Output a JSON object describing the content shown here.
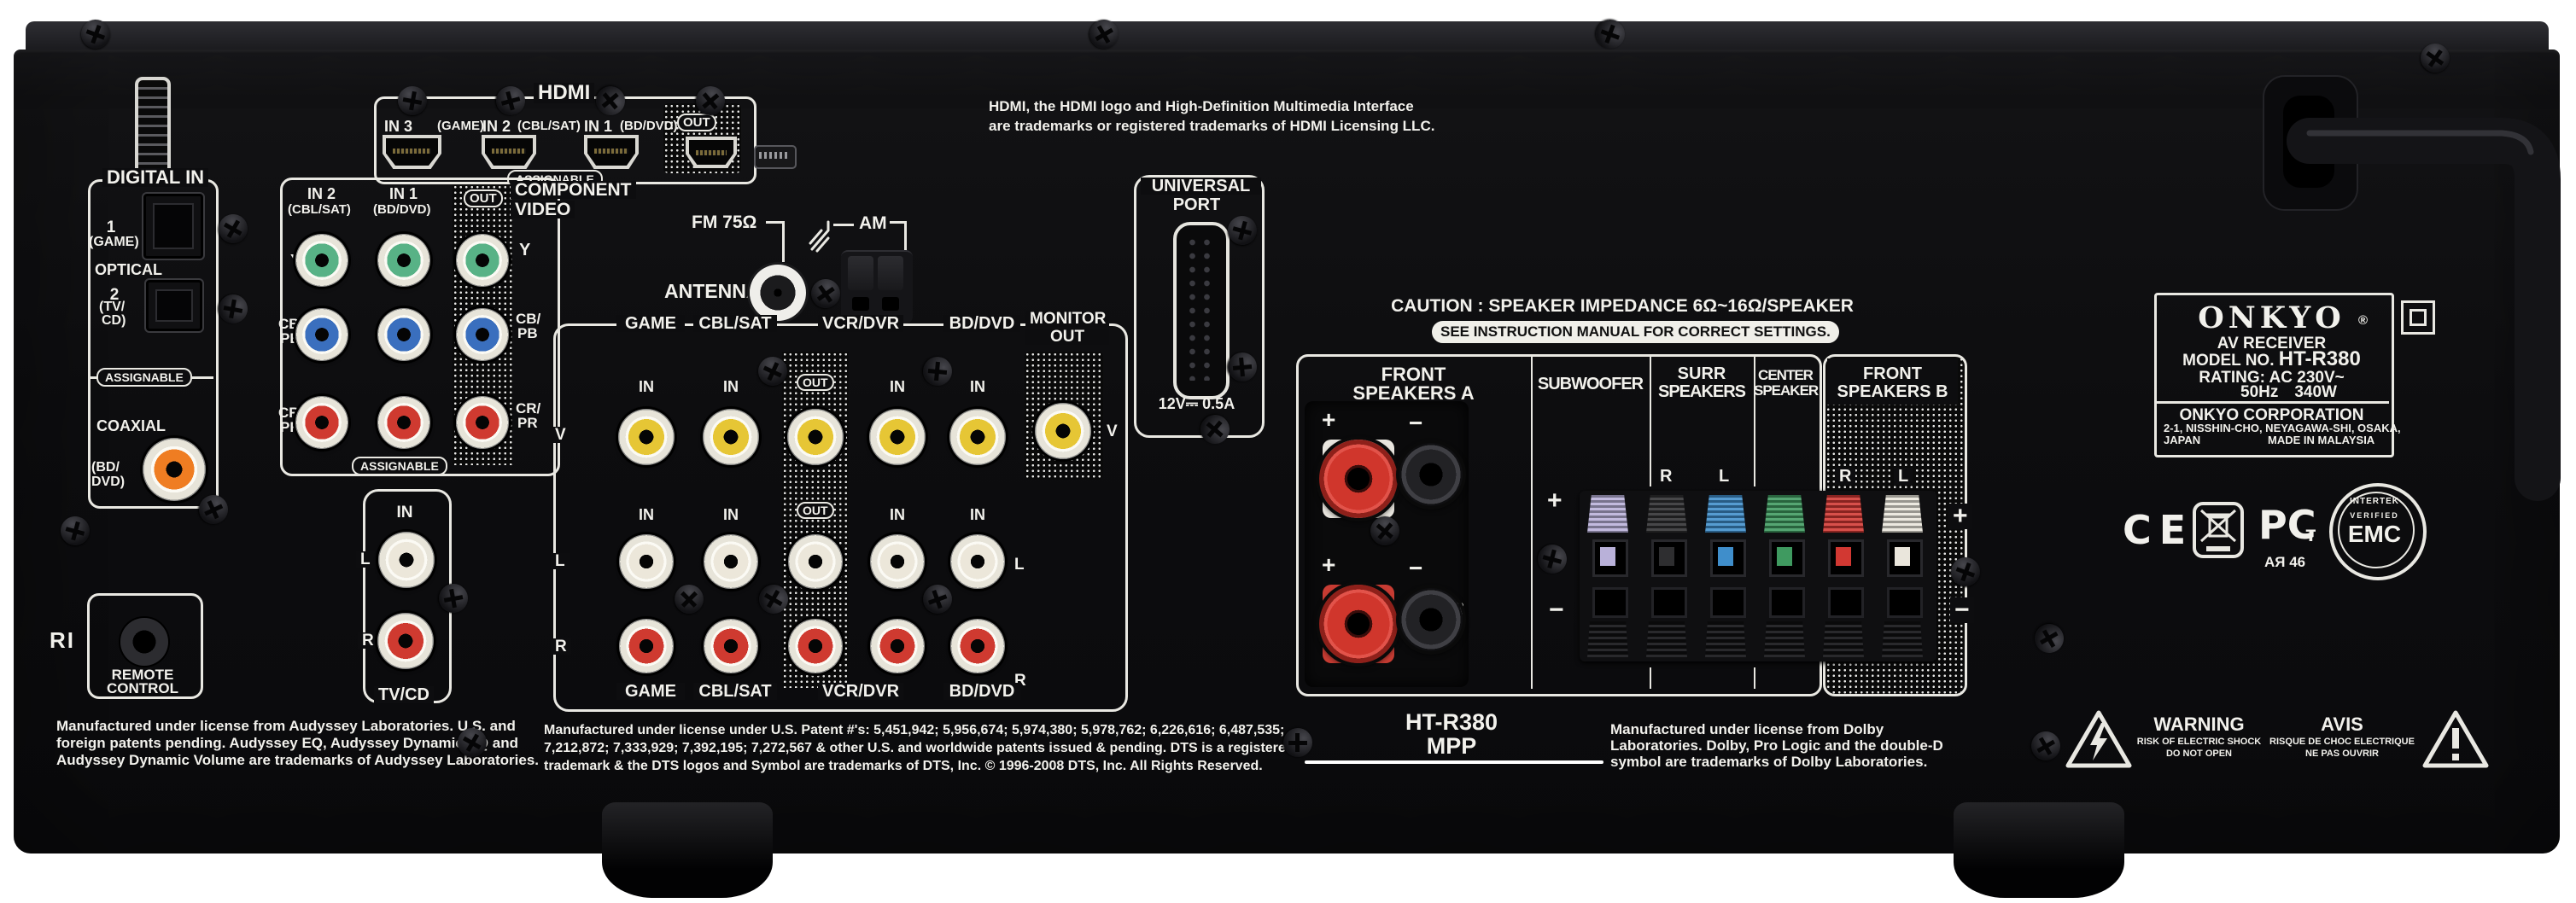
{
  "colors": {
    "panel": "#0d0d0f",
    "silkscreen": "#f2f1ec",
    "yellow": "#e6c635",
    "white_jack": "#ece7da",
    "red_jack": "#cf3a30",
    "green": "#58b286",
    "blue": "#3a6fbe",
    "orange": "#ef7d22",
    "clips": [
      "#b9b1d9",
      "#2e2e30",
      "#3f8ecb",
      "#3f9a60",
      "#d23832",
      "#eae6dc"
    ]
  },
  "digital_in": {
    "title": "DIGITAL IN",
    "n1": "1",
    "n1_src": "(GAME)",
    "optical": "OPTICAL",
    "n2": "2",
    "n2_src1": "(TV/",
    "n2_src2": "CD)",
    "assignable": "ASSIGNABLE",
    "coaxial": "COAXIAL",
    "coax_src1": "(BD/",
    "coax_src2": "DVD)"
  },
  "hdmi": {
    "title": "HDMI",
    "ports": [
      {
        "num": "IN 3",
        "src": "(GAME)"
      },
      {
        "num": "IN 2",
        "src": "(CBL/SAT)"
      },
      {
        "num": "IN 1",
        "src": "(BD/DVD)"
      }
    ],
    "out": "OUT",
    "assignable": "ASSIGNABLE",
    "tm1": "HDMI, the HDMI logo and High-Definition  Multimedia Interface",
    "tm2": "are trademarks or registered trademarks of HDMI Licensing LLC."
  },
  "component": {
    "title1": "COMPONENT",
    "title2": "VIDEO",
    "in2": "IN 2",
    "in2_src": "(CBL/SAT)",
    "in1": "IN 1",
    "in1_src": "(BD/DVD)",
    "out": "OUT",
    "y": "Y",
    "cb1": "CB/",
    "cb2": "PB",
    "cr1": "CR/",
    "cr2": "PR",
    "assignable": "ASSIGNABLE"
  },
  "antenna": {
    "fm": "FM 75Ω",
    "am": "AM",
    "title": "ANTENNA"
  },
  "av": {
    "game": "GAME",
    "cbl": "CBL/SAT",
    "vcr": "VCR/DVR",
    "bd": "BD/DVD",
    "mon1": "MONITOR",
    "mon2": "OUT",
    "in": "IN",
    "out": "OUT",
    "v": "V",
    "l": "L",
    "r": "R"
  },
  "tvcd": {
    "in": "IN",
    "l": "L",
    "r": "R",
    "title": "TV/CD"
  },
  "remote": {
    "ri": "RI",
    "l1": "REMOTE",
    "l2": "CONTROL"
  },
  "universal": {
    "l1": "UNIVERSAL",
    "l2": "PORT",
    "rating": "12V⎓ 0.5A"
  },
  "caution": {
    "l1": "CAUTION : SPEAKER IMPEDANCE  6Ω~16Ω/SPEAKER",
    "l2": "SEE INSTRUCTION MANUAL FOR CORRECT SETTINGS."
  },
  "speakers": {
    "a1": "FRONT",
    "a2": "SPEAKERS A",
    "sub": "SUBWOOFER",
    "surr1": "SURR",
    "surr2": "SPEAKERS",
    "c1": "CENTER",
    "c2": "SPEAKER",
    "b1": "FRONT",
    "b2": "SPEAKERS B",
    "plus": "+",
    "minus": "−",
    "l": "L",
    "r": "R"
  },
  "brand": {
    "name": "ONKYO",
    "reg": "®",
    "type": "AV RECEIVER",
    "model_label": "MODEL NO. ",
    "model": "HT-R380",
    "rating1": "RATING: AC 230V~",
    "rating2": "50Hz 340W",
    "corp": "ONKYO CORPORATION",
    "addr": "2-1, NISSHIN-CHO, NEYAGAWA-SHI, OSAKA,",
    "country": "JAPAN",
    "made": "MADE IN MALAYSIA"
  },
  "marks": {
    "ce": "CE",
    "pct1": "РС",
    "pct2": "т",
    "pct_sub": "АЯ 46",
    "intertek": "INTERTEK",
    "verified": "VERIFIED",
    "emc": "EMC"
  },
  "center_model": {
    "l1": "HT-R380",
    "l2": "MPP"
  },
  "legal": {
    "audyssey": [
      "Manufactured under license from Audyssey Laboratories. U.S. and",
      "foreign patents pending. Audyssey EQ, Audyssey Dynamic EQ and",
      "Audyssey Dynamic Volume are trademarks of Audyssey Laboratories."
    ],
    "dts": [
      "Man­ufactured under license under U.S. Patent #'s: 5,451,942; 5,956,674; 5,974,380; 5,978,762; 6,226,616; 6,487,535;",
      "7,212,872; 7,333,929; 7,392,195; 7,272,567 & other U.S. and worldwide patents issued & pending. DTS is a registered",
      "trademark & the DTS logos and Symbol are trademarks of DTS, Inc. © 1996-2008 DTS, Inc. All Rights Reserved."
    ],
    "dolby": [
      "Manufactured under license from Dolby",
      "Laboratories. Dolby, Pro Logic and the double-D",
      "symbol are trademarks of Dolby Laboratories."
    ]
  },
  "warning": {
    "title": "WARNING",
    "l1": "RISK OF ELECTRIC SHOCK",
    "l2": "DO NOT OPEN"
  },
  "avis": {
    "title": "AVIS",
    "l1": "RISQUE DE CHOC ELECTRIQUE",
    "l2": "NE PAS OUVRIR"
  }
}
